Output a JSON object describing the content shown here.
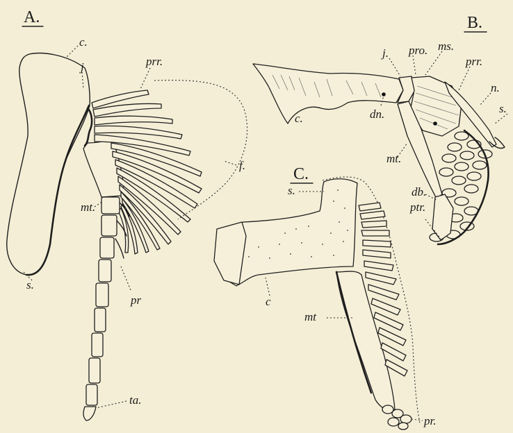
{
  "panels": {
    "a": {
      "title": "A.",
      "labels": {
        "c": "c.",
        "j": "j",
        "prr": "prr.",
        "f": "f.",
        "mt": "mt.",
        "s": "s.",
        "pr": "pr",
        "ta": "ta."
      }
    },
    "b": {
      "title": "B.",
      "labels": {
        "j": "j.",
        "pro": "pro.",
        "ms": "ms.",
        "prr": "prr.",
        "n": "n.",
        "s": "s.",
        "c": "c.",
        "dn": "dn.",
        "mt": "mt.",
        "db": "db.",
        "ptr": "ptr."
      }
    },
    "c": {
      "title": "C.",
      "labels": {
        "s": "s.",
        "c": "c",
        "mt": "mt",
        "pr": "pr."
      }
    }
  }
}
